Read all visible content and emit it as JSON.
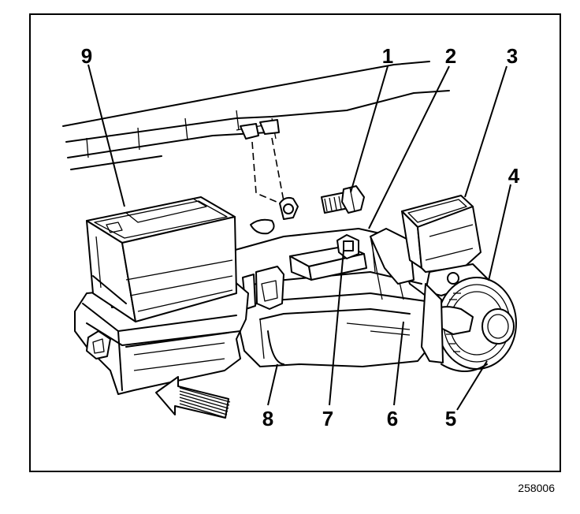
{
  "callouts": [
    {
      "id": "1",
      "label": "1"
    },
    {
      "id": "2",
      "label": "2"
    },
    {
      "id": "3",
      "label": "3"
    },
    {
      "id": "4",
      "label": "4"
    },
    {
      "id": "5",
      "label": "5"
    },
    {
      "id": "6",
      "label": "6"
    },
    {
      "id": "7",
      "label": "7"
    },
    {
      "id": "8",
      "label": "8"
    },
    {
      "id": "9",
      "label": "9"
    }
  ],
  "figure_id": "258006",
  "icons": {
    "forward_arrow": "front-direction-arrow-icon"
  }
}
